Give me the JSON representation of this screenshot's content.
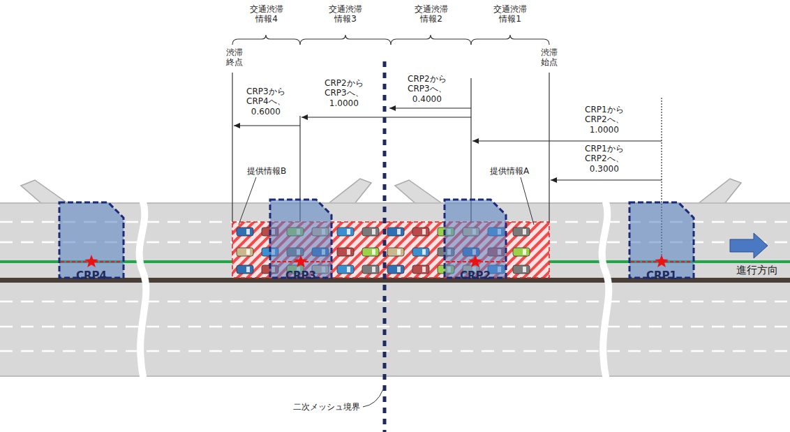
{
  "diagram": {
    "nodes": [
      {
        "text": [
          "CRP4"
        ]
      },
      {
        "text": [
          "CRP3"
        ]
      },
      {
        "text": [
          "CRP2"
        ]
      },
      {
        "text": [
          "CRP1"
        ]
      }
    ],
    "labels": [
      "交通渋滞 情報4",
      "交通渋滞 情報3",
      "交通渋滞 情報2",
      "交通渋滞 情報1",
      "渋滞 終点",
      "渋滞 始点",
      "CRP2から CRP3へ、 0.4000",
      "CRP3から CRP4へ、 0.6000",
      "CRP2から CRP3へ、 1.0000",
      "CRP1から CRP2へ、 1.0000",
      "CRP1から CRP2へ、 0.3000",
      "提供情報A",
      "提供情報B",
      "進行方向",
      "二次メッシュ境界"
    ]
  }
}
